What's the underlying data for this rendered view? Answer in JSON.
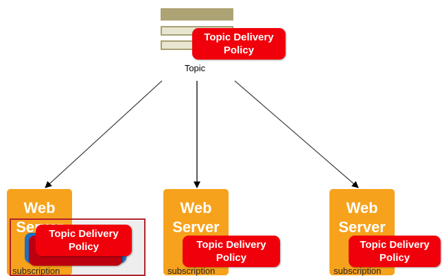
{
  "topic": {
    "label": "Topic"
  },
  "policy": {
    "line1": "Topic Delivery",
    "line2": "Policy"
  },
  "server": {
    "line1": "Web",
    "line2": "Server"
  },
  "subscription": {
    "label": "subscription"
  },
  "colors": {
    "policy_red": "#f0000a",
    "server_orange": "#f6a21c",
    "topic_olive": "#ada374",
    "selection_border": "#b0202a",
    "stacked_blue": "#1e6fc0"
  }
}
